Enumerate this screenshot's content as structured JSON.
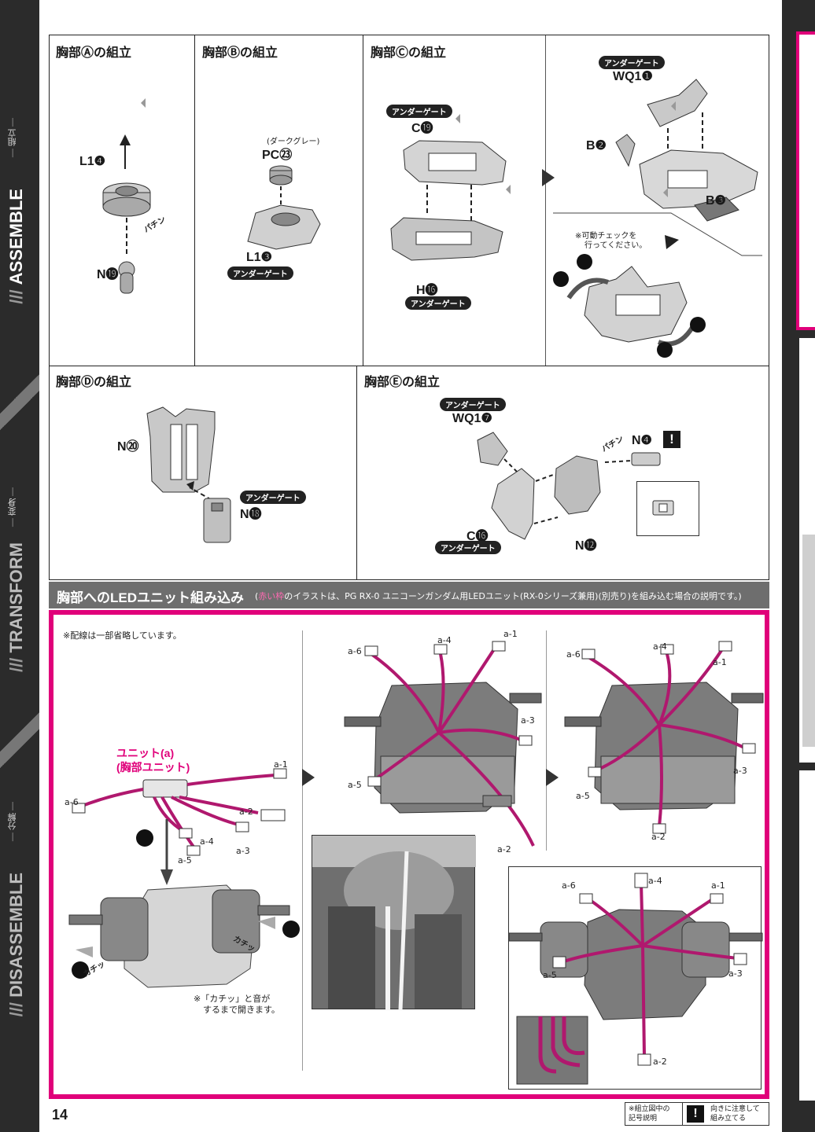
{
  "page": {
    "number": "14"
  },
  "sidebar": {
    "assemble": "ASSEMBLE",
    "assemble_jp": "組立",
    "transform": "TRANSFORM",
    "transform_jp": "変身",
    "disassemble": "DISASSEMBLE",
    "disassemble_jp": "分解"
  },
  "steps": {
    "a": {
      "title": "胸部Ⓐの組立",
      "parts": [
        "L1❹",
        "N⓳"
      ],
      "click": "パチン"
    },
    "b": {
      "title": "胸部Ⓑの組立",
      "color_note": "(ダークグレー)",
      "parts": [
        "PC㉓",
        "L1❸"
      ],
      "gate": "アンダーゲート"
    },
    "c": {
      "title": "胸部Ⓒの組立",
      "parts": [
        "C⓳",
        "H⓰"
      ],
      "gate": "アンダーゲート"
    },
    "c2": {
      "parts": [
        "WQ1❶",
        "B❷",
        "B❸"
      ],
      "gate": "アンダーゲート",
      "check_note_1": "※可動チェックを",
      "check_note_2": "行ってください。"
    },
    "d": {
      "title": "胸部Ⓓの組立",
      "parts": [
        "N⑳",
        "N⓲"
      ],
      "gate": "アンダーゲート"
    },
    "e": {
      "title": "胸部Ⓔの組立",
      "parts": [
        "WQ1❼",
        "N❹",
        "C⓰",
        "N⓬"
      ],
      "gate": "アンダーゲート",
      "click": "パチン"
    }
  },
  "led": {
    "title": "胸部へのLEDユニット組み込み",
    "note_prefix": "(",
    "note_red": "赤い枠",
    "note_rest": "のイラストは、PG RX-0 ユニコーンガンダム用LEDユニット(RX-0シリーズ兼用)(別売り)を組み込む場合の説明です。)",
    "wiring_note": "※配線は一部省略しています。",
    "unit_label_1": "ユニット(a)",
    "unit_label_2": "(胸部ユニット)",
    "wires": [
      "a-1",
      "a-2",
      "a-3",
      "a-4",
      "a-5",
      "a-6"
    ],
    "open_note_1": "※「カチッ」と音が",
    "open_note_2": "するまで開きます。",
    "click_sound": "カチッ"
  },
  "legend": {
    "left_1": "※組立図中の",
    "left_2": "記号説明",
    "mark": "!",
    "right_1": "向きに注意して",
    "right_2": "組み立てる"
  },
  "colors": {
    "accent": "#e0007a",
    "sidebar": "#2b2b2b",
    "bar": "#6e6e6e"
  }
}
